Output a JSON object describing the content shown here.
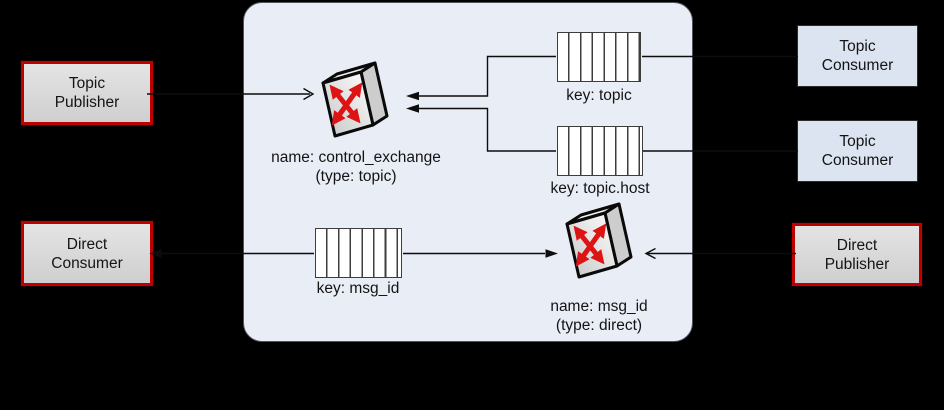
{
  "colors": {
    "background": "#000000",
    "broker_fill": "#e9edf6",
    "broker_border": "#50565e",
    "line": "#0d0d0d",
    "red_border": "#bf0000",
    "gray_fill_top": "#e4e4e4",
    "gray_fill_bottom": "#cfcfcf",
    "blue_fill": "#dbe4f0",
    "blue_border": "#2b2b2b",
    "queue_fill": "#ffffff",
    "queue_border": "#3d3d3d",
    "exchange_red": "#dd1414",
    "text": "#141414"
  },
  "broker": {
    "topic_exchange": {
      "name": "name: control_exchange",
      "type": "(type: topic)"
    },
    "direct_exchange": {
      "name": "name: msg_id",
      "type": "(type: direct)"
    },
    "queues": {
      "topic": {
        "label": "key: topic",
        "cells": 7
      },
      "topic_host": {
        "label": "key: topic.host",
        "cells": 7
      },
      "msg_id": {
        "label": "key: msg_id",
        "cells": 7
      }
    }
  },
  "endpoints": {
    "topic_publisher": {
      "label": "Topic\nPublisher"
    },
    "direct_consumer": {
      "label": "Direct\nConsumer"
    },
    "topic_consumer_1": {
      "label": "Topic\nConsumer"
    },
    "topic_consumer_2": {
      "label": "Topic\nConsumer"
    },
    "direct_publisher": {
      "label": "Direct\nPublisher"
    }
  }
}
